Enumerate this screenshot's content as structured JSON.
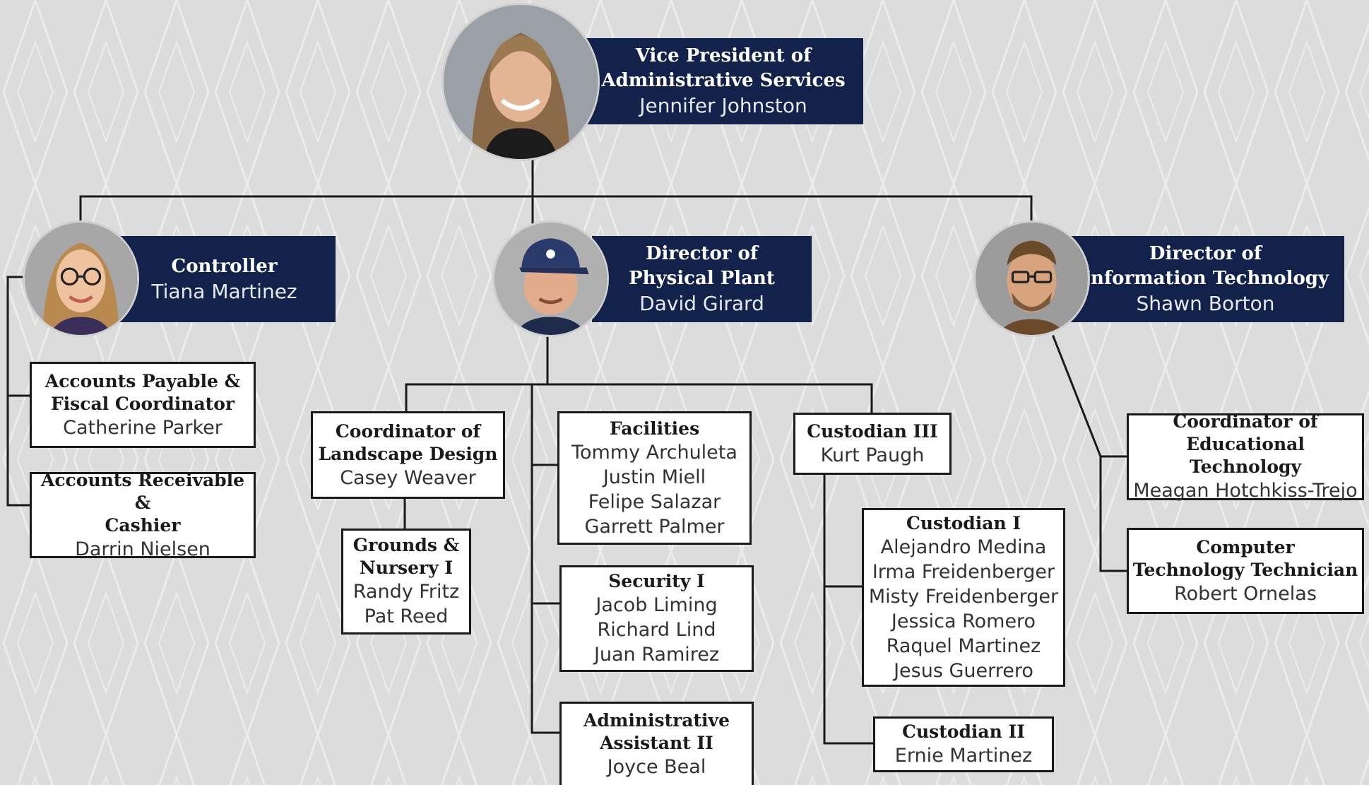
{
  "colors": {
    "background": "#dcdcdc",
    "pattern": "#ececec",
    "banner": "#12224a",
    "connector": "#1a1a1a",
    "box_border": "#1a1a1a"
  },
  "leaders": {
    "vp": {
      "title": "Vice President of\nAdministrative Services",
      "name": "Jennifer Johnston",
      "photo": "woman-long-hair-photo"
    },
    "controller": {
      "title": "Controller",
      "name": "Tiana Martinez",
      "photo": "woman-glasses-photo"
    },
    "physical_plant": {
      "title": "Director of\nPhysical Plant",
      "name": "David Girard",
      "photo": "man-cap-photo"
    },
    "it": {
      "title": "Director of\nInformation Technology",
      "name": "Shawn Borton",
      "photo": "man-glasses-beard-photo"
    }
  },
  "positions": {
    "accounts_payable": {
      "title": "Accounts Payable &\nFiscal Coordinator",
      "names": [
        "Catherine Parker"
      ]
    },
    "accounts_receivable": {
      "title": "Accounts Receivable &\nCashier",
      "names": [
        "Darrin Nielsen"
      ]
    },
    "landscape": {
      "title": "Coordinator of\nLandscape Design",
      "names": [
        "Casey Weaver"
      ]
    },
    "grounds": {
      "title": "Grounds &\nNursery I",
      "names": [
        "Randy Fritz",
        "Pat Reed"
      ]
    },
    "facilities": {
      "title": "Facilities",
      "names": [
        "Tommy Archuleta",
        "Justin Miell",
        "Felipe Salazar",
        "Garrett Palmer"
      ]
    },
    "security": {
      "title": "Security I",
      "names": [
        "Jacob Liming",
        "Richard Lind",
        "Juan Ramirez"
      ]
    },
    "admin_assistant": {
      "title": "Administrative\nAssistant II",
      "names": [
        "Joyce Beal"
      ]
    },
    "custodian_3": {
      "title": "Custodian III",
      "names": [
        "Kurt Paugh"
      ]
    },
    "custodian_1": {
      "title": "Custodian I",
      "names": [
        "Alejandro Medina",
        "Irma Freidenberger",
        "Misty Freidenberger",
        "Jessica Romero",
        "Raquel Martinez",
        "Jesus Guerrero"
      ]
    },
    "custodian_2": {
      "title": "Custodian II",
      "names": [
        "Ernie Martinez"
      ]
    },
    "ed_tech": {
      "title": "Coordinator of\nEducational Technology",
      "names": [
        "Meagan Hotchkiss-Trejo"
      ]
    },
    "computer_tech": {
      "title": "Computer\nTechnology Technician",
      "names": [
        "Robert Ornelas"
      ]
    }
  }
}
